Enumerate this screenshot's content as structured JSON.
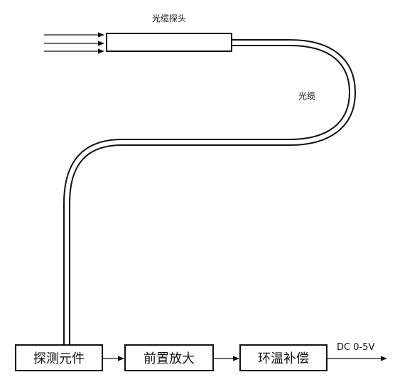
{
  "labels": {
    "probe": "光缆探头",
    "cable": "光缆",
    "output": "DC 0-5V"
  },
  "blocks": [
    {
      "label": "探测元件"
    },
    {
      "label": "前置放大"
    },
    {
      "label": "环温补偿"
    }
  ],
  "colors": {
    "line": "#111111",
    "background": "#ffffff"
  }
}
